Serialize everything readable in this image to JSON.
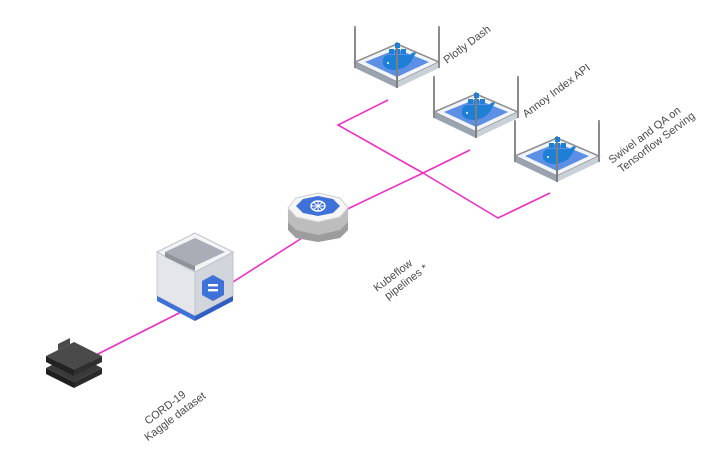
{
  "labels": {
    "dataset_line1": "CORD-19",
    "dataset_line2": "Kaggle dataset",
    "pipelines_line1": "Kubeflow",
    "pipelines_line2": "pipelines *",
    "plotly": "Plotly Dash",
    "annoy": "Annoy Index API",
    "swivel_line1": "Swivel and QA on",
    "swivel_line2": "Tensorflow Serving"
  },
  "icons": {
    "dataset": "stacked-layers-icon",
    "storage": "storage-bucket-icon",
    "kubernetes": "kubernetes-wheel-icon",
    "container": "docker-whale-icon"
  },
  "colors": {
    "connector": "#ee2fc4",
    "accent_blue": "#3f72d8",
    "docker_blue": "#2496ed",
    "platform_gray": "#a9a9a9",
    "box_gray": "#dcdcdc",
    "text": "#4a4a4a"
  }
}
